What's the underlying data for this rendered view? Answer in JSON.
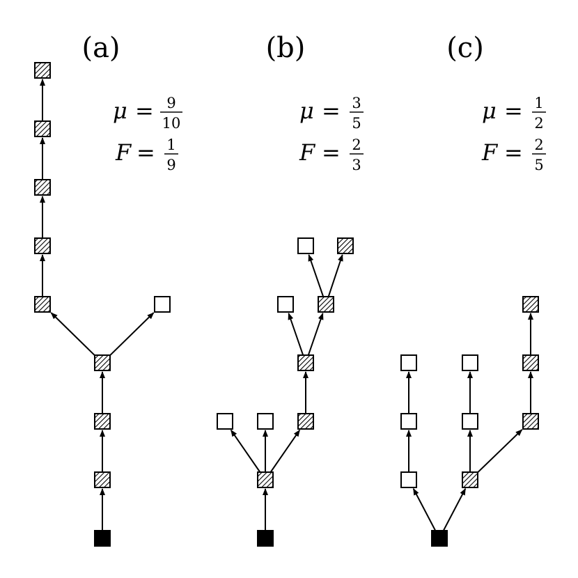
{
  "panels": [
    {
      "label": "(a)",
      "mu": {
        "symbol": "μ",
        "num": "9",
        "den": "10"
      },
      "F": {
        "symbol": "F",
        "num": "1",
        "den": "9"
      }
    },
    {
      "label": "(b)",
      "mu": {
        "symbol": "μ",
        "num": "3",
        "den": "5"
      },
      "F": {
        "symbol": "F",
        "num": "2",
        "den": "3"
      }
    },
    {
      "label": "(c)",
      "mu": {
        "symbol": "μ",
        "num": "1",
        "den": "2"
      },
      "F": {
        "symbol": "F",
        "num": "2",
        "den": "5"
      }
    }
  ],
  "legend_colors": {
    "black_node": "#000000",
    "hatched_node": "#000000",
    "white_node": "#ffffff"
  }
}
